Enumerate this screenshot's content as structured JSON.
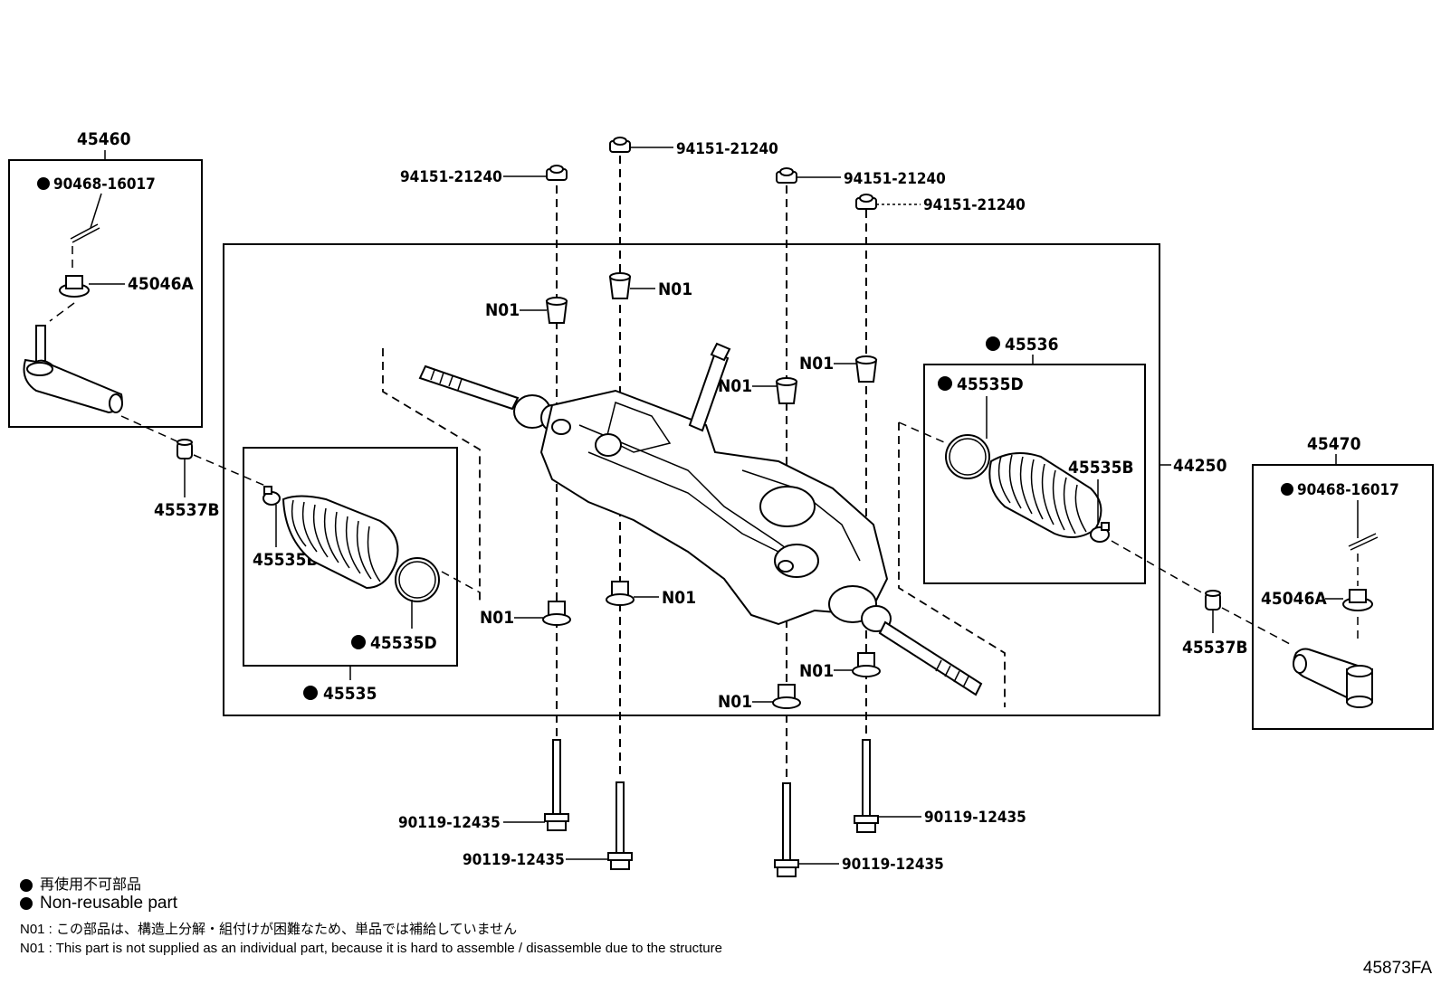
{
  "diagram": {
    "figure_id": "45873FA",
    "assembly_label": "44250",
    "groups": {
      "left_tie_rod_end": "45460",
      "right_tie_rod_end": "45470",
      "left_boot_kit": "45535",
      "right_boot_kit": "45536"
    },
    "parts": {
      "cotter_pin": "90468-16017",
      "nut": "45046A",
      "lock_nut": "45537B",
      "clamp": "45535B",
      "boot_clip": "45535D",
      "bushing_nut": "94151-21240",
      "bolt": "90119-12435",
      "not_supplied": "N01"
    }
  },
  "legend": {
    "jp_nonreusable": "再使用不可部品",
    "en_nonreusable": "Non-reusable part",
    "jp_note": "N01 : この部品は、構造上分解・組付けが困難なため、単品では補給していません",
    "en_note": "N01 : This part is not supplied as an individual part, because it is hard to assemble / disassemble due to the structure"
  }
}
